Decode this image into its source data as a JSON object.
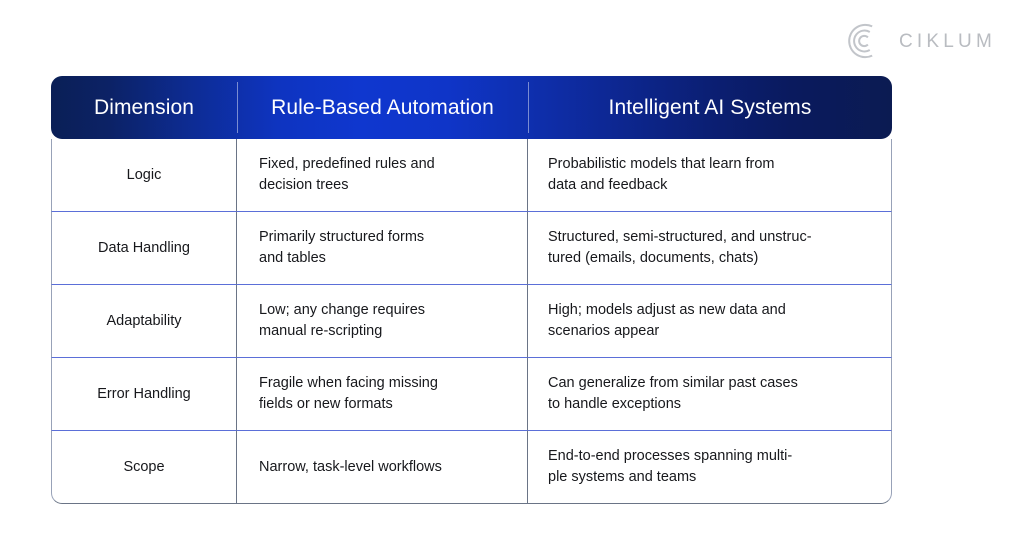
{
  "brand": {
    "name": "CIKLUM",
    "logo_icon": "ciklum-arc-logo-icon",
    "color": "#b9bcc1"
  },
  "table": {
    "title": "",
    "header_gradient_from": "#0a1f56",
    "header_gradient_mid": "#0f37cf",
    "header_gradient_to": "#0b1b52",
    "row_separator_color": "#5b6fd8",
    "columns": [
      {
        "key": "dimension",
        "label": "Dimension"
      },
      {
        "key": "rule_based",
        "label": "Rule-Based Automation"
      },
      {
        "key": "intelligent_ai",
        "label": "Intelligent AI Systems"
      }
    ],
    "rows": [
      {
        "dimension": "Logic",
        "rule_based": "Fixed, predefined rules and\ndecision trees",
        "intelligent_ai": "Probabilistic models that learn from\ndata and feedback"
      },
      {
        "dimension": "Data Handling",
        "rule_based": "Primarily structured forms\nand tables",
        "intelligent_ai": "Structured, semi-structured, and unstruc-\ntured (emails, documents, chats)"
      },
      {
        "dimension": "Adaptability",
        "rule_based": "Low; any change requires\nmanual re-scripting",
        "intelligent_ai": "High; models adjust as new data and\nscenarios appear"
      },
      {
        "dimension": "Error Handling",
        "rule_based": "Fragile when facing missing\nfields or new formats",
        "intelligent_ai": "Can generalize from similar past cases\nto handle exceptions"
      },
      {
        "dimension": "Scope",
        "rule_based": "Narrow, task-level workflows",
        "intelligent_ai": "End-to-end processes spanning multi-\nple systems and teams"
      }
    ]
  }
}
